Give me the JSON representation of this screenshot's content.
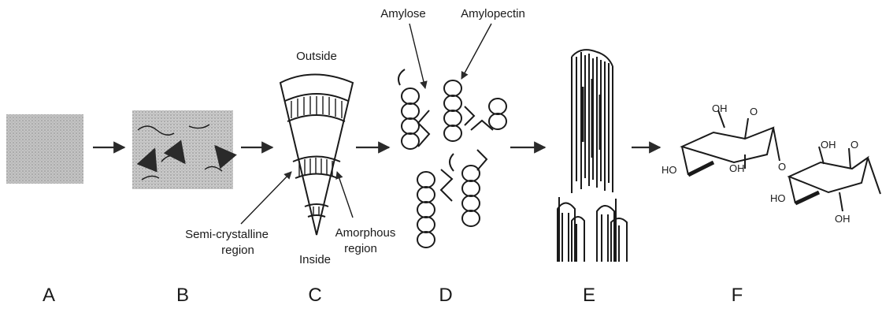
{
  "labels": {
    "outside": "Outside",
    "inside": "Inside",
    "semi_crystalline": "Semi-crystalline",
    "semi_crystalline_2": "region",
    "amorphous": "Amorphous",
    "amorphous_2": "region",
    "amylose": "Amylose",
    "amylopectin": "Amylopectin",
    "oh": "OH",
    "ho": "HO",
    "o": "O"
  },
  "panels": [
    "A",
    "B",
    "C",
    "D",
    "E",
    "F"
  ],
  "colors": {
    "ink": "#1a1a1a",
    "granule_fill": "#b8b8b8",
    "surface_fill": "#bdbdbd"
  }
}
